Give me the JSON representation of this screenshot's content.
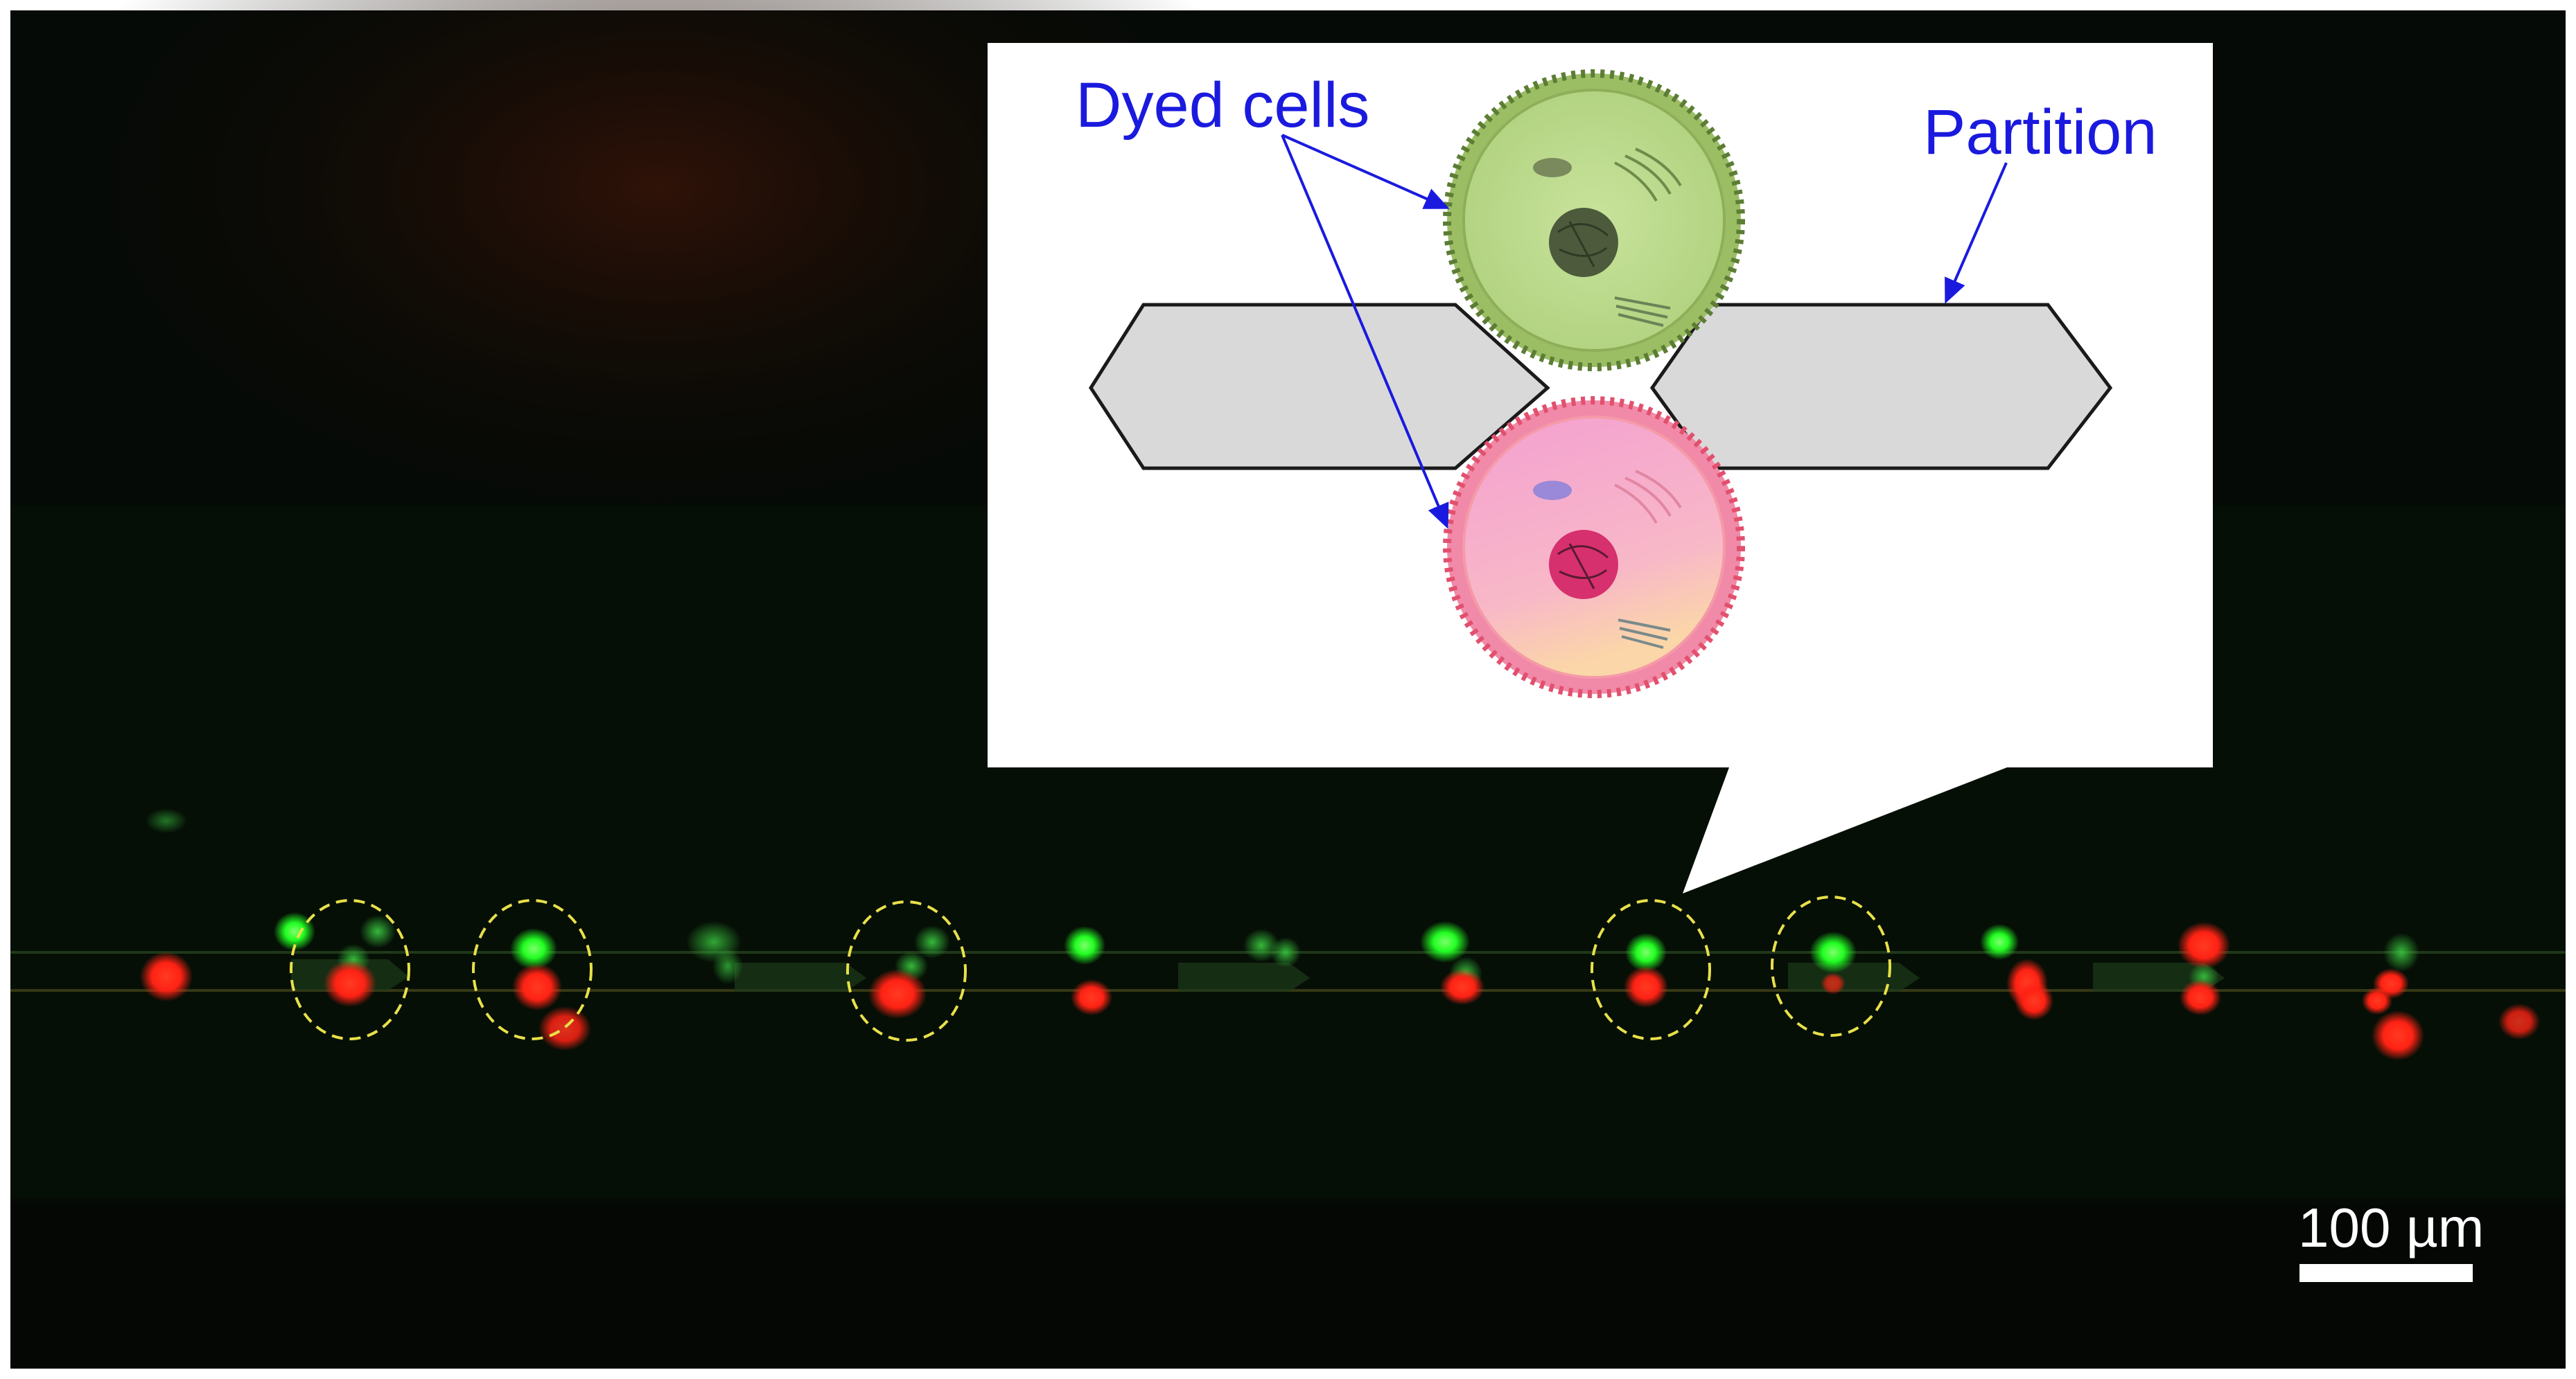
{
  "callout": {
    "dyed_cells_label": "Dyed cells",
    "partition_label": "Partition"
  },
  "scale_bar": {
    "label": "100 µm"
  },
  "colors": {
    "annotation_text": "#1a1adf",
    "circle_outline": "#e8e04a",
    "scale_bar": "#ffffff",
    "fluorescence_red": "#ff2a1a",
    "fluorescence_green": "#22ff22",
    "partition_fill": "#d9d9d9",
    "cell_green": "#b9d98a",
    "cell_pink": "#f7a6c6"
  }
}
